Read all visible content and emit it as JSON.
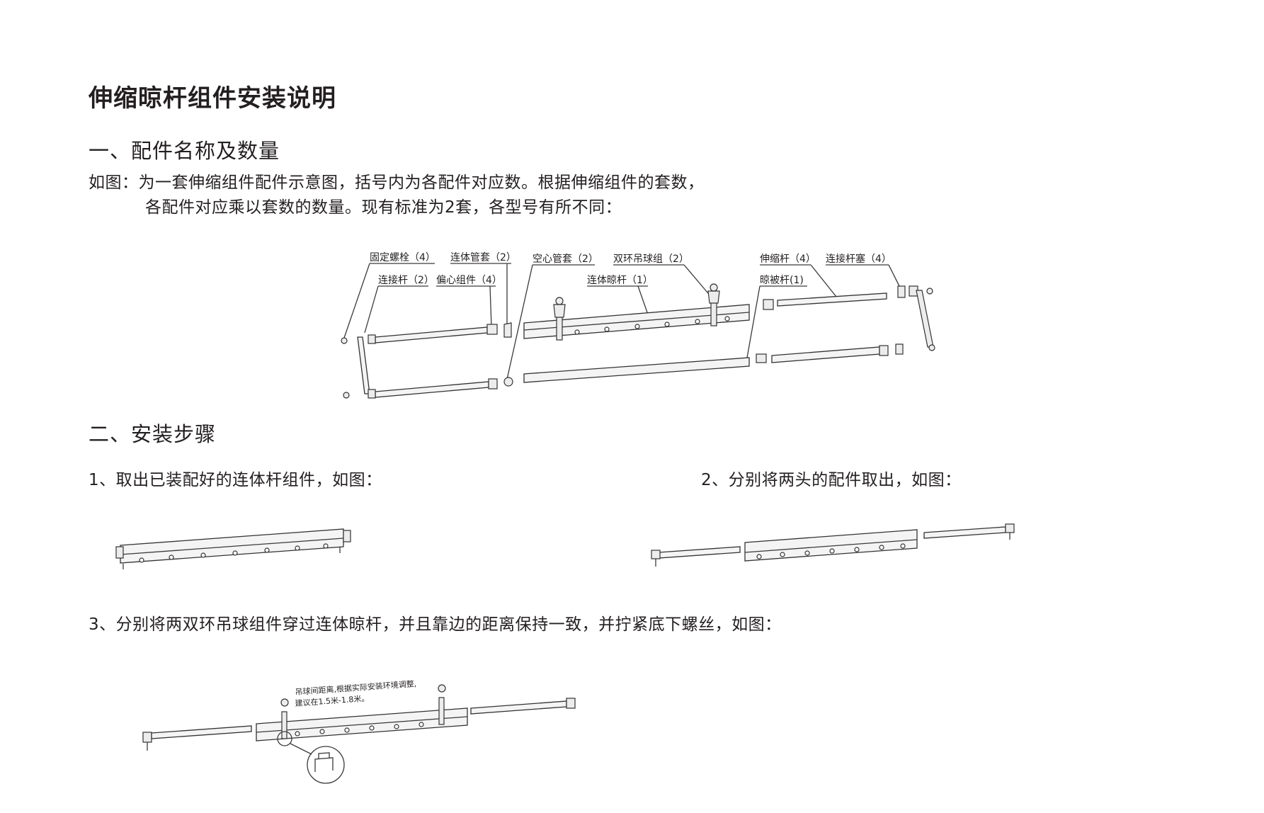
{
  "title": "伸缩晾杆组件安装说明",
  "section1": {
    "heading": "一、配件名称及数量",
    "desc_line1": "如图：为一套伸缩组件配件示意图，括号内为各配件对应数。根据伸缩组件的套数，",
    "desc_line2": "各配件对应乘以套数的数量。现有标准为2套，各型号有所不同：",
    "labels": {
      "fixing_bolt": "固定螺栓（4）",
      "joint_tube_sleeve": "连体管套（2）",
      "hollow_tube_sleeve": "空心管套（2）",
      "double_ring_hanger": "双环吊球组（2）",
      "telescopic_rod": "伸缩杆（4）",
      "connecting_rod_plug": "连接杆塞（4）",
      "connecting_rod": "连接杆（2）",
      "eccentric_assembly": "偏心组件（4）",
      "joint_drying_rod": "连体晾杆（1）",
      "quilt_rod": "晾被杆(1)"
    }
  },
  "section2": {
    "heading": "二、安装步骤",
    "step1": "1、取出已装配好的连体杆组件，如图：",
    "step2": "2、分别将两头的配件取出，如图：",
    "step3": "3、分别将两双环吊球组件穿过连体晾杆，并且靠边的距离保持一致，并拧紧底下螺丝，如图：",
    "note_line1": "吊球间距离,根据实际安装环境调整,",
    "note_line2": "建议在1.5米-1.8米。"
  }
}
